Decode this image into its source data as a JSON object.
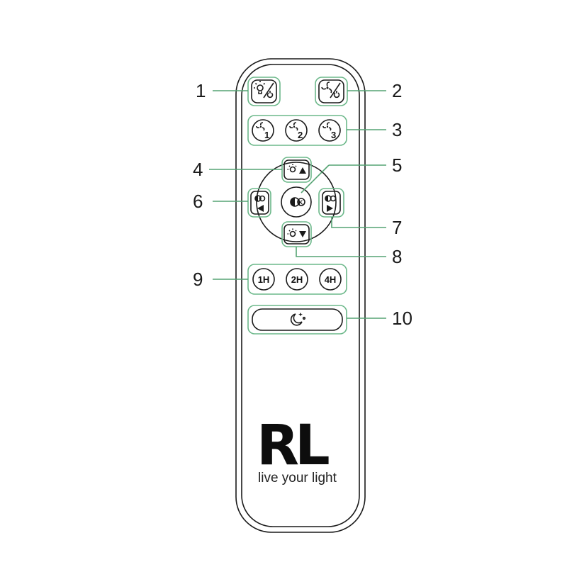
{
  "callouts": [
    "1",
    "2",
    "3",
    "4",
    "5",
    "6",
    "7",
    "8",
    "9",
    "10"
  ],
  "buttons": {
    "fan_speed_1": "1",
    "fan_speed_2": "2",
    "fan_speed_3": "3",
    "timer_1h": "1H",
    "timer_2h": "2H",
    "timer_4h": "4H",
    "cct_k": "K"
  },
  "logo": {
    "text": "RL",
    "tagline": "live your light"
  },
  "colors": {
    "callout_green": "#6cb88a",
    "ink": "#1a1a1a"
  }
}
